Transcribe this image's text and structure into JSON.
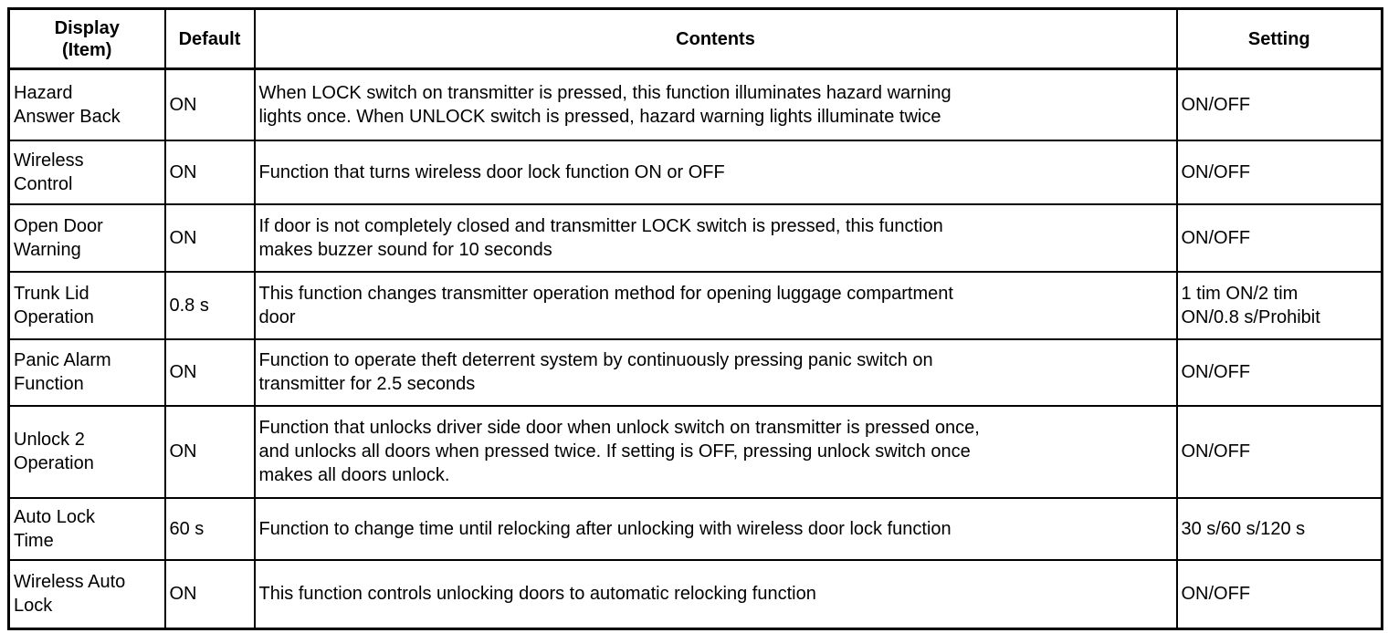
{
  "page": {
    "background_color": "#ffffff",
    "text_color": "#000000",
    "border_color": "#000000"
  },
  "table": {
    "columns": [
      {
        "id": "item",
        "label": "Display\n(Item)"
      },
      {
        "id": "default",
        "label": "Default"
      },
      {
        "id": "contents",
        "label": "Contents"
      },
      {
        "id": "setting",
        "label": "Setting"
      }
    ],
    "rows": [
      {
        "item": "Hazard\nAnswer Back",
        "default": "ON",
        "contents": "When LOCK switch on transmitter is pressed, this function illuminates hazard warning\nlights once. When UNLOCK switch is pressed, hazard warning lights illuminate twice",
        "setting": "ON/OFF"
      },
      {
        "item": "Wireless\nControl",
        "default": "ON",
        "contents": "Function that turns wireless door lock function ON or OFF",
        "setting": "ON/OFF"
      },
      {
        "item": "Open Door\nWarning",
        "default": "ON",
        "contents": "If door is not completely closed and transmitter LOCK switch is pressed, this function\nmakes buzzer sound for 10 seconds",
        "setting": "ON/OFF"
      },
      {
        "item": "Trunk Lid\nOperation",
        "default": "0.8 s",
        "contents": "This function changes transmitter operation method for opening luggage compartment\ndoor",
        "setting": "1 tim ON/2 tim\nON/0.8 s/Prohibit"
      },
      {
        "item": "Panic Alarm\nFunction",
        "default": "ON",
        "contents": "Function to operate theft deterrent system by continuously pressing panic switch on\ntransmitter for 2.5 seconds",
        "setting": "ON/OFF"
      },
      {
        "item": "Unlock 2\nOperation",
        "default": "ON",
        "contents": "Function that unlocks driver side door when unlock switch on transmitter is pressed once,\nand unlocks all doors when pressed twice. If setting is OFF, pressing unlock switch once\nmakes all doors unlock.",
        "setting": "ON/OFF"
      },
      {
        "item": "Auto Lock\nTime",
        "default": "60 s",
        "contents": "Function to change time until relocking after unlocking with wireless door lock function",
        "setting": "30 s/60 s/120 s"
      },
      {
        "item": "Wireless Auto\nLock",
        "default": "ON",
        "contents": "This function controls unlocking doors to automatic relocking function",
        "setting": "ON/OFF"
      }
    ]
  }
}
